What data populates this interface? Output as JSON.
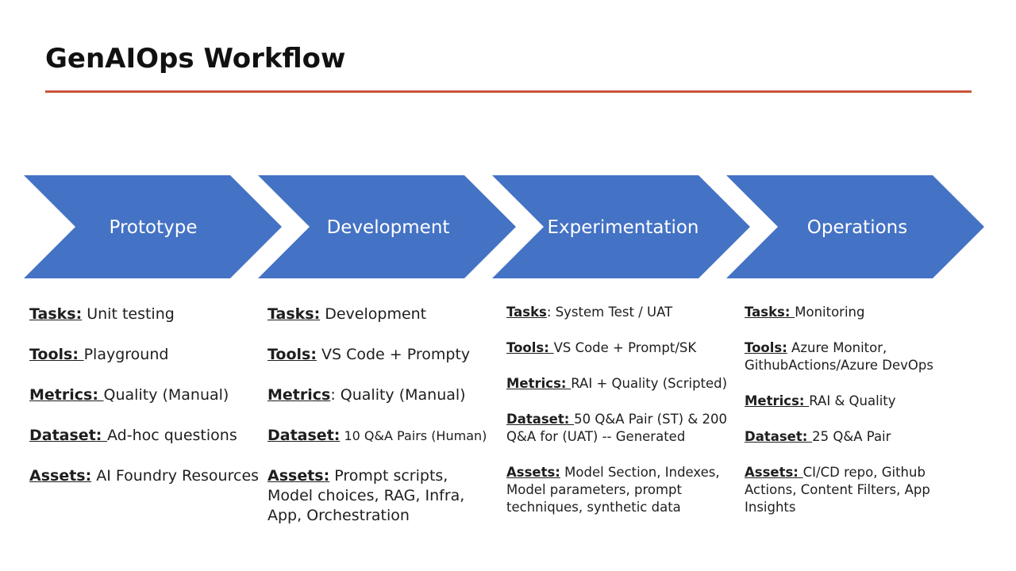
{
  "title": "GenAIOps Workflow",
  "colors": {
    "accent_rule": "#c9553a",
    "chevron_fill": "#4472c4",
    "chevron_text": "#ffffff"
  },
  "stages": [
    {
      "label": "Prototype"
    },
    {
      "label": "Development"
    },
    {
      "label": "Experimentation"
    },
    {
      "label": "Operations"
    }
  ],
  "details": [
    {
      "tasks_label": "Tasks:",
      "tasks_value": " Unit testing",
      "tools_label": "Tools: ",
      "tools_value": "Playground",
      "metrics_label": "Metrics: ",
      "metrics_value": "Quality (Manual)",
      "dataset_label": "Dataset: ",
      "dataset_value": "Ad-hoc questions",
      "assets_label": "Assets:",
      "assets_value": " AI Foundry Resources"
    },
    {
      "tasks_label": "Tasks:",
      "tasks_value": " Development",
      "tools_label": "Tools:",
      "tools_value": " VS Code + Prompty",
      "metrics_label": "Metrics",
      "metrics_value": ": Quality (Manual)",
      "dataset_label": "Dataset:",
      "dataset_value": " 10 Q&A Pairs (Human)",
      "assets_label": "Assets:",
      "assets_value": " Prompt scripts, Model choices, RAG, Infra, App, Orchestration"
    },
    {
      "tasks_label": "Tasks",
      "tasks_value": ": System Test / UAT",
      "tools_label": "Tools: ",
      "tools_value": "VS Code + Prompt/SK",
      "metrics_label": "Metrics: ",
      "metrics_value": "RAI + Quality (Scripted)",
      "dataset_label": "Dataset: ",
      "dataset_value": "50 Q&A Pair (ST) & 200 Q&A for (UAT)  -- Generated",
      "assets_label": "Assets:",
      "assets_value": " Model Section, Indexes, Model parameters, prompt techniques, synthetic data"
    },
    {
      "tasks_label": "Tasks: ",
      "tasks_value": "Monitoring",
      "tools_label": "Tools:",
      "tools_value": " Azure Monitor, GithubActions/Azure DevOps",
      "metrics_label": "Metrics: ",
      "metrics_value": " RAI & Quality",
      "dataset_label": "Dataset: ",
      "dataset_value": "25 Q&A Pair",
      "assets_label": "Assets: ",
      "assets_value": "CI/CD repo, Github Actions, Content Filters, App Insights"
    }
  ]
}
